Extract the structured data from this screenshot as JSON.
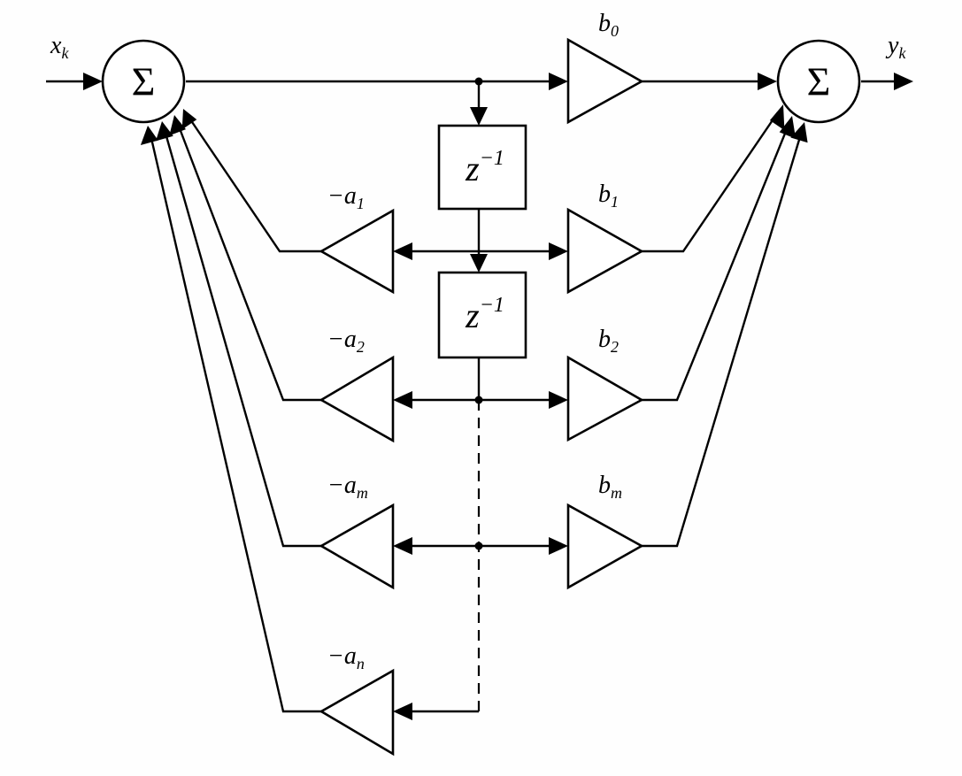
{
  "diagram": {
    "input": {
      "label": "x",
      "subscript": "k"
    },
    "output": {
      "label": "y",
      "subscript": "k"
    },
    "summers": {
      "symbol": "Σ"
    },
    "delay": {
      "base": "z",
      "exponent": "−1"
    },
    "forward_gains": [
      {
        "label": "b",
        "subscript": "0"
      },
      {
        "label": "b",
        "subscript": "1"
      },
      {
        "label": "b",
        "subscript": "2"
      },
      {
        "label": "b",
        "subscript": "m"
      }
    ],
    "feedback_gains": [
      {
        "label": "−a",
        "subscript": "1"
      },
      {
        "label": "−a",
        "subscript": "2"
      },
      {
        "label": "−a",
        "subscript": "m"
      },
      {
        "label": "−a",
        "subscript": "n"
      }
    ]
  }
}
